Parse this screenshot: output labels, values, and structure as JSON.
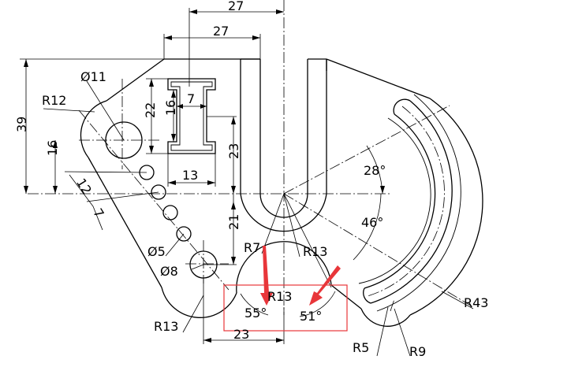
{
  "dimensions": {
    "d27_top": "27",
    "d27_mid": "27",
    "d39": "39",
    "d16_left": "16",
    "d22": "22",
    "d16_inner": "16",
    "d7_top": "7",
    "d13_web": "13",
    "d23_vert": "23",
    "d21": "21",
    "d12": "12",
    "d7_slant": "7",
    "d23_bottom": "23",
    "phi11": "Ø11",
    "phi5": "Ø5",
    "phi8": "Ø8",
    "r12": "R12",
    "r13_left": "R13",
    "r7": "R7",
    "r13_center": "R13",
    "r13_arc": "R13",
    "r43": "R43",
    "r5": "R5",
    "r9": "R9",
    "a28": "28°",
    "a46": "46°",
    "a55": "55°",
    "a51": "51°"
  },
  "colors": {
    "line": "#000000",
    "highlight": "#e8363a",
    "background": "#ffffff"
  }
}
